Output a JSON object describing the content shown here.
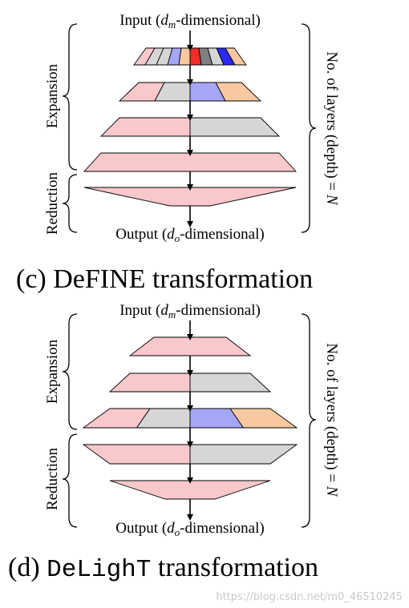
{
  "colors": {
    "pink": "#f8c8cb",
    "gray": "#d6d6d6",
    "blue": "#a6a6f8",
    "orange": "#f8c9a0",
    "red": "#f22b2b",
    "dark_gray": "#7f7f7f",
    "bright_blue": "#2a2af2"
  },
  "panel_c": {
    "input_label": [
      "Input (",
      "d",
      "m",
      "-dimensional)"
    ],
    "output_label": [
      "Output (",
      "d",
      "o",
      "-dimensional)"
    ],
    "expansion_label": "Expansion",
    "reduction_label": "Reduction",
    "layers_label": [
      "No. of layers (depth) = ",
      "N"
    ],
    "caption_prefix": "(c) ",
    "caption_name": "DeFINE",
    "caption_suffix": " transformation",
    "layers": [
      {
        "kind": "expand",
        "groups": [
          "pink",
          "gray",
          "gray",
          "blue",
          "orange",
          "red",
          "dark_gray",
          "gray",
          "bright_blue",
          "orange"
        ]
      },
      {
        "kind": "expand",
        "groups": [
          "pink",
          "gray",
          "blue",
          "orange"
        ]
      },
      {
        "kind": "expand",
        "groups": [
          "pink",
          "gray"
        ]
      },
      {
        "kind": "expand",
        "groups": [
          "pink"
        ]
      },
      {
        "kind": "reduce",
        "groups": [
          "pink"
        ]
      }
    ]
  },
  "panel_d": {
    "input_label": [
      "Input (",
      "d",
      "m",
      "-dimensional)"
    ],
    "output_label": [
      "Output (",
      "d",
      "o",
      "-dimensional)"
    ],
    "expansion_label": "Expansion",
    "reduction_label": "Reduction",
    "layers_label": [
      "No. of layers (depth) = ",
      "N"
    ],
    "caption_prefix": "(d) ",
    "caption_name": "DeLighT",
    "caption_suffix": " transformation",
    "layers": [
      {
        "kind": "expand",
        "groups": [
          "pink"
        ]
      },
      {
        "kind": "expand",
        "groups": [
          "pink",
          "gray"
        ]
      },
      {
        "kind": "expand",
        "groups": [
          "pink",
          "gray",
          "blue",
          "orange"
        ]
      },
      {
        "kind": "reduce",
        "groups": [
          "pink",
          "gray"
        ]
      },
      {
        "kind": "reduce",
        "groups": [
          "pink"
        ]
      }
    ]
  },
  "watermark": "https://blog.csdn.net/m0_46510245"
}
